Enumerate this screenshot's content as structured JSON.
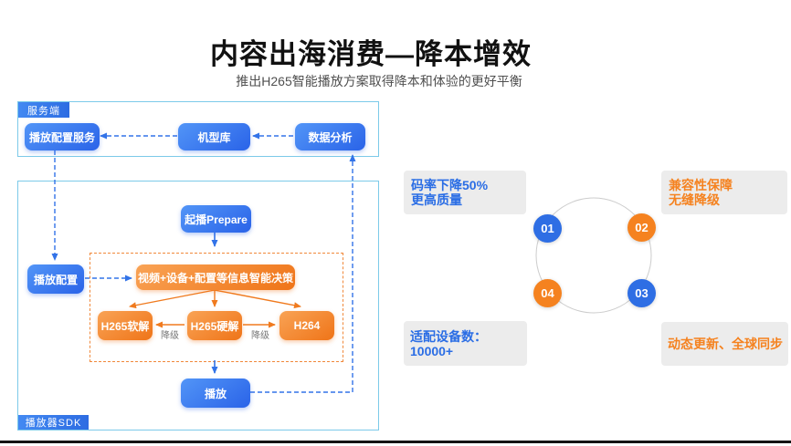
{
  "page": {
    "title": "内容出海消费—降本增效",
    "subtitle": "推出H265智能播放方案取得降本和体验的更好平衡"
  },
  "server_panel": {
    "tag": "服务端",
    "nodes": [
      {
        "label": "播放配置服务"
      },
      {
        "label": "机型库"
      },
      {
        "label": "数据分析"
      }
    ]
  },
  "sdk_panel": {
    "tag": "播放器SDK",
    "prepare_label": "起播Prepare",
    "config_label": "播放配置",
    "decision_label": "视频+设备+配置等信息智能决策",
    "decoders": [
      {
        "label": "H265软解"
      },
      {
        "label": "H265硬解"
      },
      {
        "label": "H264"
      }
    ],
    "downgrade_labels": [
      {
        "label": "降级"
      },
      {
        "label": "降级"
      }
    ],
    "play_label": "播放"
  },
  "benefits": {
    "items": [
      {
        "number": "01",
        "circle_color": "#2e6ee4",
        "text_color": "#2a6de5",
        "lines": [
          "码率下降50%",
          "更高质量"
        ]
      },
      {
        "number": "02",
        "circle_color": "#f5821f",
        "text_color": "#f5821f",
        "lines": [
          "兼容性保障",
          "无缝降级"
        ]
      },
      {
        "number": "03",
        "circle_color": "#2e6ee4",
        "text_color": "#f5821f",
        "lines": [
          "动态更新、全球同步"
        ]
      },
      {
        "number": "04",
        "circle_color": "#f5821f",
        "text_color": "#2a6de5",
        "lines": [
          "适配设备数：10000+"
        ]
      }
    ]
  },
  "colors": {
    "blue_accent": "#2a6de5",
    "orange_accent": "#f5821f",
    "panel_border": "#7ccae9",
    "grey_card": "#ececec",
    "dashed_zone_border": "#f0883a",
    "connector_blue": "#3273e8",
    "connector_orange": "#f07a1e",
    "circle_outline": "#cccccc",
    "footer_bar": "#141414"
  }
}
